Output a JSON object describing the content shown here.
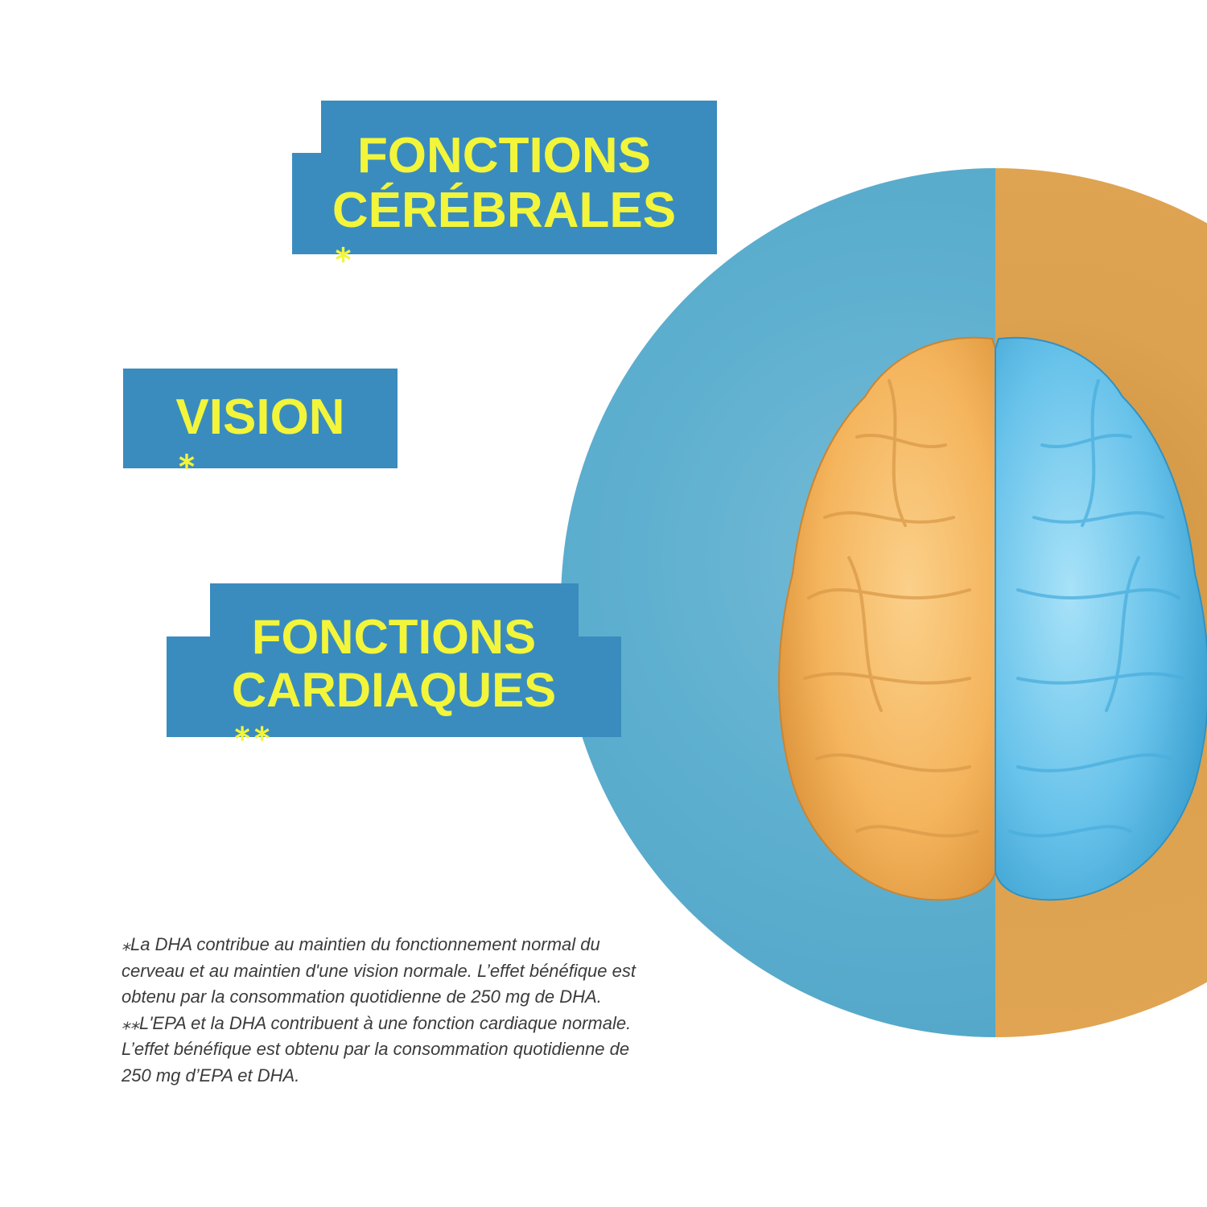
{
  "banners": {
    "brain": {
      "line1": "FONCTIONS",
      "line2": "CÉRÉBRALES",
      "mark": "⁎"
    },
    "vision": {
      "line1": "VISION",
      "mark": "⁎"
    },
    "heart": {
      "line1": "FONCTIONS",
      "line2": "CARDIAQUES",
      "mark": "⁎⁎"
    }
  },
  "footnote": {
    "lines": [
      "⁎La DHA contribue au maintien du fonctionnement normal du",
      "cerveau et au maintien d'une vision normale. L’effet bénéfique est",
      "obtenu par la consommation quotidienne de 250 mg de DHA.",
      "⁎⁎L'EPA et la DHA contribuent à une fonction cardiaque normale.",
      "L’effet bénéfique est obtenu par la consommation quotidienne de",
      "250 mg d’EPA et DHA."
    ]
  },
  "colors": {
    "banner": "#3a8cbf",
    "banner_text": "#f3f53a",
    "circle_blue": "#5fb0d0",
    "circle_orange": "#e2a654",
    "brain_left": "#f4b45c",
    "brain_right": "#67c2ea"
  },
  "image": {
    "subject": "brain-illustration"
  }
}
